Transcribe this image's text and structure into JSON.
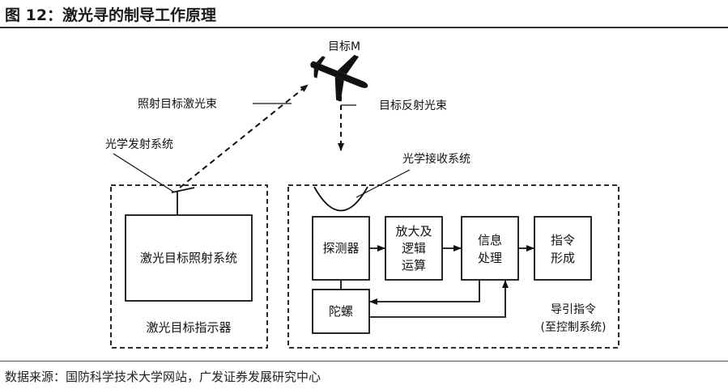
{
  "header": {
    "title": "图 12：激光寻的制导工作原理"
  },
  "diagram": {
    "target_label": "目标M",
    "illum_beam_label": "照射目标激光束",
    "reflect_beam_label": "目标反射光束",
    "tx_optics_label": "光学发射系统",
    "rx_optics_label": "光学接收系统",
    "laser_system_label": "激光目标照射系统",
    "designator_label": "激光目标指示器",
    "detector_label": "探测器",
    "amp_label_1": "放大及",
    "amp_label_2": "逻辑",
    "amp_label_3": "运算",
    "info_label_1": "信息",
    "info_label_2": "处理",
    "cmd_label_1": "指令",
    "cmd_label_2": "形成",
    "gyro_label": "陀螺",
    "guidance_label_1": "导引指令",
    "guidance_label_2": "(至控制系统)"
  },
  "footer": {
    "source": "数据来源：国防科学技术大学网站，广发证券发展研究中心"
  }
}
